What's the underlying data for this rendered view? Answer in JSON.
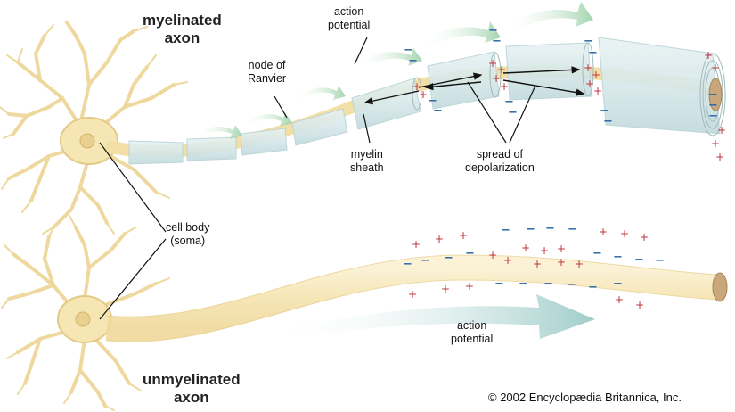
{
  "labels": {
    "myelinated_axon": [
      "myelinated",
      "axon"
    ],
    "action_potential_top": [
      "action",
      "potential"
    ],
    "node_of_ranvier": [
      "node of",
      "Ranvier"
    ],
    "myelin_sheath": [
      "myelin",
      "sheath"
    ],
    "spread_of_depolarization": [
      "spread of",
      "depolarization"
    ],
    "cell_body": [
      "cell body",
      "(soma)"
    ],
    "action_potential_bottom": [
      "action",
      "potential"
    ],
    "unmyelinated_axon": [
      "unmyelinated",
      "axon"
    ]
  },
  "copyright": "© 2002 Encyclopædia Britannica, Inc.",
  "charges": {
    "positive": "+",
    "negative": "−"
  },
  "colors": {
    "neuron_fill": "#f6e6b4",
    "neuron_edge": "#d9bd78",
    "myelin": "#cfe2e4",
    "arrow": "#9fd0a6",
    "plus": "#c2343e",
    "minus": "#2e68a6"
  }
}
